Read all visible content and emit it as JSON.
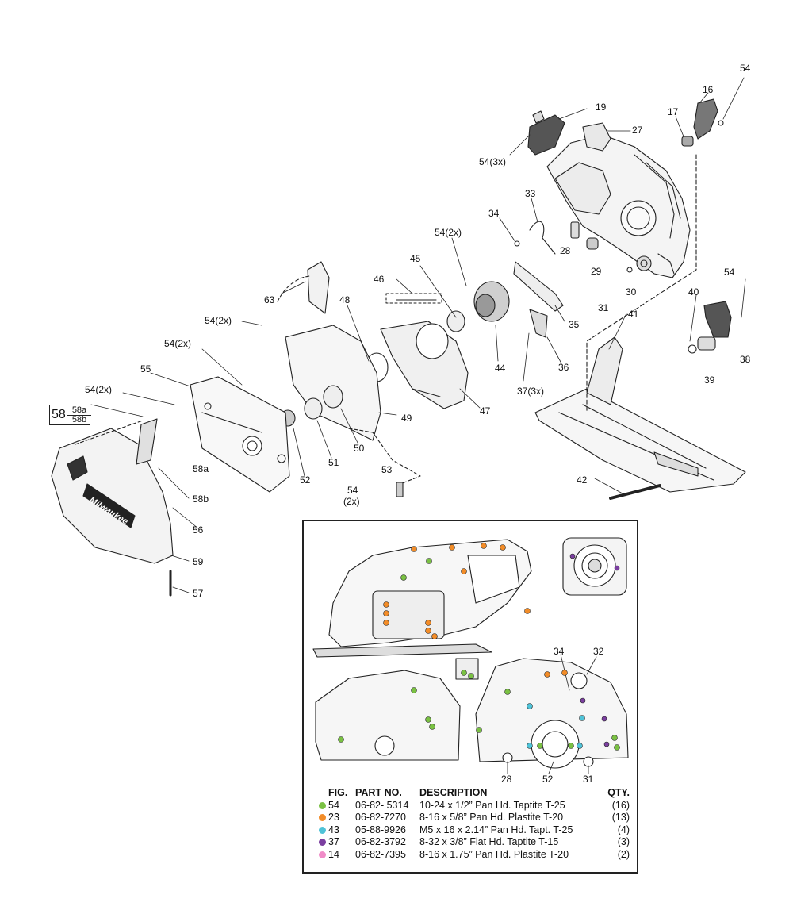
{
  "callouts": {
    "c54_top": "54",
    "c16": "16",
    "c17": "17",
    "c19": "19",
    "c27": "27",
    "c54_3x": "54(3x)",
    "c33": "33",
    "c34": "34",
    "c28": "28",
    "c29": "29",
    "c30": "30",
    "c31": "31",
    "c54_2x_a": "54(2x)",
    "c45": "45",
    "c46": "46",
    "c63": "63",
    "c48": "48",
    "c54_2x_b": "54(2x)",
    "c54_2x_c": "54(2x)",
    "c55": "55",
    "c54_2x_d": "54(2x)",
    "c44": "44",
    "c35": "35",
    "c36": "36",
    "c37_3x": "37(3x)",
    "c47": "47",
    "c49": "49",
    "c52": "52",
    "c51": "51",
    "c50": "50",
    "c53": "53",
    "c54_2x_e1": "54",
    "c54_2x_e2": "(2x)",
    "c58a": "58a",
    "c58b": "58b",
    "c56": "56",
    "c59": "59",
    "c57": "57",
    "c54_right": "54",
    "c40": "40",
    "c41": "41",
    "c38": "38",
    "c39": "39",
    "c42": "42",
    "i34": "34",
    "i32": "32",
    "i28": "28",
    "i52": "52",
    "i31": "31"
  },
  "box58": {
    "main": "58",
    "a": "58a",
    "b": "58b"
  },
  "legend": {
    "headers": {
      "fig": "FIG.",
      "part": "PART NO.",
      "desc": "DESCRIPTION",
      "qty": "QTY."
    },
    "rows": [
      {
        "color": "#7ac143",
        "fig": "54",
        "part": "06-82- 5314",
        "desc": "10-24 x 1/2” Pan Hd. Taptite T-25",
        "qty": "(16)"
      },
      {
        "color": "#f28c28",
        "fig": "23",
        "part": "06-82-7270",
        "desc": "8-16 x 5/8” Pan Hd. Plastite T-20",
        "qty": "(13)"
      },
      {
        "color": "#4fc3d8",
        "fig": "43",
        "part": "05-88-9926",
        "desc": "M5 x 16 x 2.14” Pan Hd. Tapt. T-25",
        "qty": "(4)"
      },
      {
        "color": "#7b3fa0",
        "fig": "37",
        "part": "06-82-3792",
        "desc": "8-32 x 3/8” Flat Hd. Taptite T-15",
        "qty": "(3)"
      },
      {
        "color": "#f08cc8",
        "fig": "14",
        "part": "06-82-7395",
        "desc": "8-16 x 1.75” Pan Hd. Plastite T-20",
        "qty": "(2)"
      }
    ]
  },
  "logo_text": "Milwaukee"
}
